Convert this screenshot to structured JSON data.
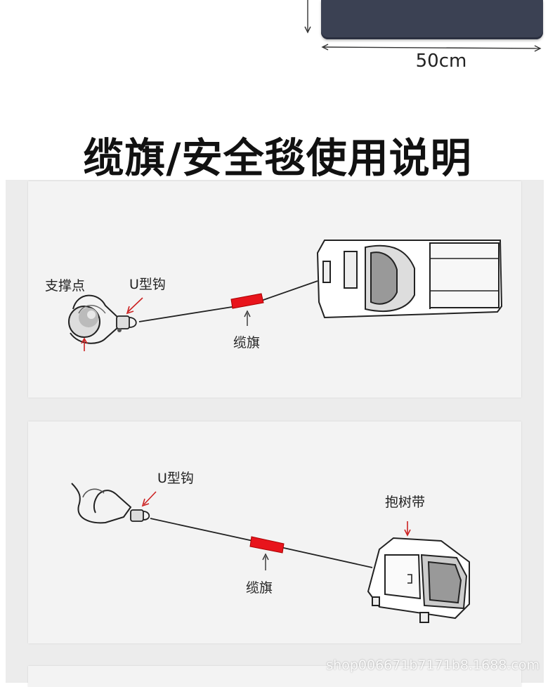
{
  "dimension": {
    "width_label": "50cm"
  },
  "title": "缆旗/安全毯使用说明",
  "diagram1": {
    "support_point_label": "支撑点",
    "u_hook_label": "U型钩",
    "flag_label": "缆旗"
  },
  "diagram2": {
    "u_hook_label": "U型钩",
    "tree_strap_label": "抱树带",
    "flag_label": "缆旗"
  },
  "watermark": "shop006671b7171b8.1688.com",
  "colors": {
    "flag": "#e8141c",
    "mat": "#3b4153"
  }
}
